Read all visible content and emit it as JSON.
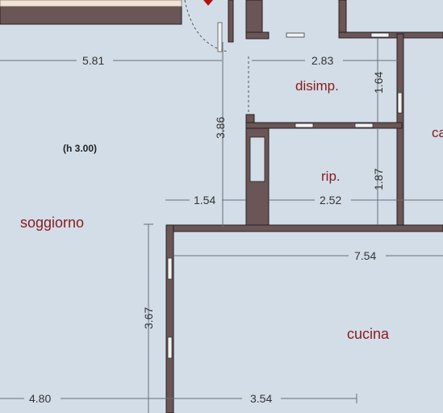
{
  "rooms": {
    "living": "soggiorno",
    "hall": "disimp.",
    "storage": "rip.",
    "kitchen": "cucina",
    "partial_right": "ca"
  },
  "ceiling_note": "(h 3.00)",
  "dimensions": {
    "living_width": "5.81",
    "hall_width": "2.83",
    "hall_depth": "1.64",
    "living_height": "3.86",
    "storage_depth": "1.87",
    "left_seg": "1.54",
    "storage_width": "2.52",
    "kitchen_width": "7.54",
    "kitchen_height": "3.67",
    "bottom_left": "4.80",
    "bottom_mid": "3.54"
  },
  "colors": {
    "background": "#d2dde8",
    "wall": "#6a5656",
    "label": "#8b1a1a"
  }
}
